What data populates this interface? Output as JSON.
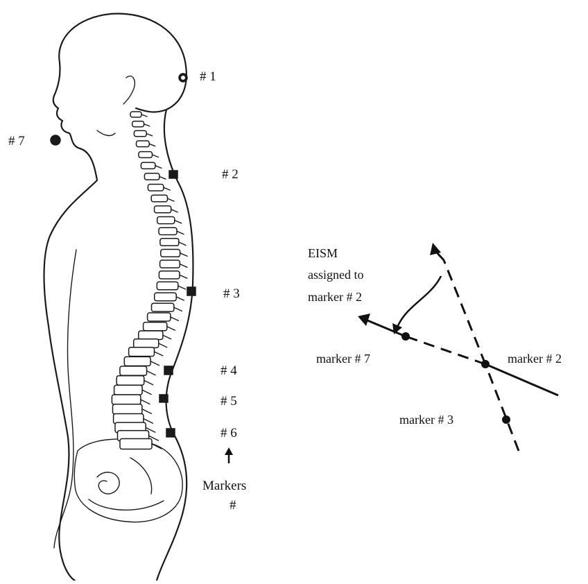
{
  "markers": [
    {
      "id": "1",
      "label": "# 1"
    },
    {
      "id": "2",
      "label": "# 2"
    },
    {
      "id": "3",
      "label": "# 3"
    },
    {
      "id": "4",
      "label": "# 4"
    },
    {
      "id": "5",
      "label": "# 5"
    },
    {
      "id": "6",
      "label": "# 6"
    },
    {
      "id": "7",
      "label": "# 7"
    }
  ],
  "markers_caption": {
    "line1": "Markers",
    "line2": "#"
  },
  "angle_diagram": {
    "eism_lines": [
      "EISM",
      "assigned to",
      "marker # 2"
    ],
    "marker7": "marker # 7",
    "marker2": "marker # 2",
    "marker3": "marker # 3"
  }
}
